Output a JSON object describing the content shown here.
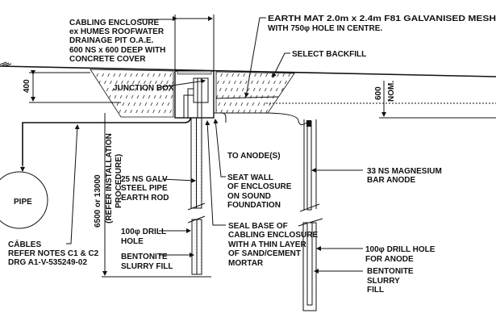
{
  "labels": {
    "cabling_enclosure": [
      "CABLING ENCLOSURE",
      "ex HUMES ROOFWATER",
      "DRAINAGE PIT O.A.E.",
      "600 NS x 600 DEEP WITH",
      "CONCRETE COVER"
    ],
    "earth_mat": [
      "EARTH MAT 2.0m x 2.4m F81 GALVANISED MESH",
      "WITH  750φ HOLE IN CENTRE."
    ],
    "select_backfill": "SELECT BACKFILL",
    "junction_box": "JUNCTION BOX",
    "to_anodes": "TO ANODE(S)",
    "seat_wall": [
      "SEAT WALL",
      "OF ENCLOSURE",
      "ON SOUND",
      "FOUNDATION"
    ],
    "seal_base": [
      "SEAL BASE OF",
      "CABLING ENCLOSURE",
      "WITH A THIN LAYER",
      "OF SAND/CEMENT",
      "MORTAR"
    ],
    "earth_rod": [
      "25 NS GALV",
      "STEEL PIPE",
      "EARTH ROD"
    ],
    "drill_hole": [
      "100φ DRILL",
      "HOLE"
    ],
    "bentonite_left": [
      "BENTONITE",
      "SLURRY FILL"
    ],
    "pipe": "PIPE",
    "cables": [
      "CÁBLES",
      "REFER NOTES C1 & C2",
      "DRG A1-V-535249-02"
    ],
    "magnesium_anode": [
      "33 NS MAGNESIUM",
      "BAR ANODE"
    ],
    "anode_drill_hole": [
      "100φ DRILL HOLE",
      "FOR ANODE"
    ],
    "bentonite_right": [
      "BENTONITE",
      "SLURRY",
      "FILL"
    ],
    "depth_dim": [
      "6500 or 13000",
      "(REFER INSTALLATION",
      "PROCEDURE)"
    ],
    "dim_400": "400",
    "dim_600": "600",
    "dim_nom": "NOM."
  }
}
